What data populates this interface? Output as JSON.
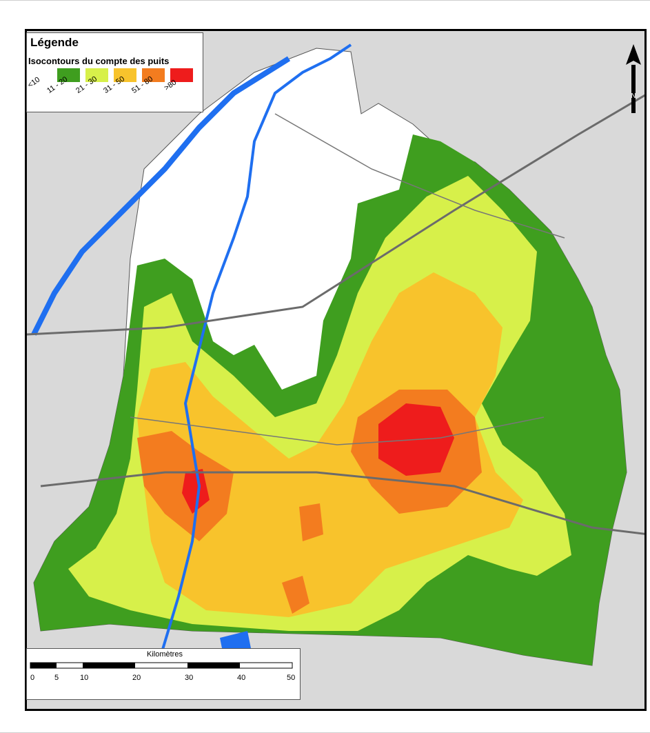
{
  "legend": {
    "title": "Légende",
    "subtitle": "Isocontours du compte des puits",
    "classes": [
      {
        "label": "<10",
        "color": "#ffffff"
      },
      {
        "label": "11 - 20",
        "color": "#3f9e1f"
      },
      {
        "label": "21 - 30",
        "color": "#d7f04a"
      },
      {
        "label": "31 - 50",
        "color": "#f8c32c"
      },
      {
        "label": "51 - 80",
        "color": "#f37c1f"
      },
      {
        "label": ">80",
        "color": "#ee1c1c"
      }
    ]
  },
  "north_arrow": {
    "label": "N"
  },
  "scale": {
    "unit": "Kilomètres",
    "ticks": [
      "0",
      "5",
      "10",
      "20",
      "30",
      "40",
      "50"
    ]
  },
  "colors": {
    "background": "#d9d9d9",
    "water": "#1f6ff0",
    "roads": "#6b6b6b",
    "boundaries": "#555555"
  }
}
